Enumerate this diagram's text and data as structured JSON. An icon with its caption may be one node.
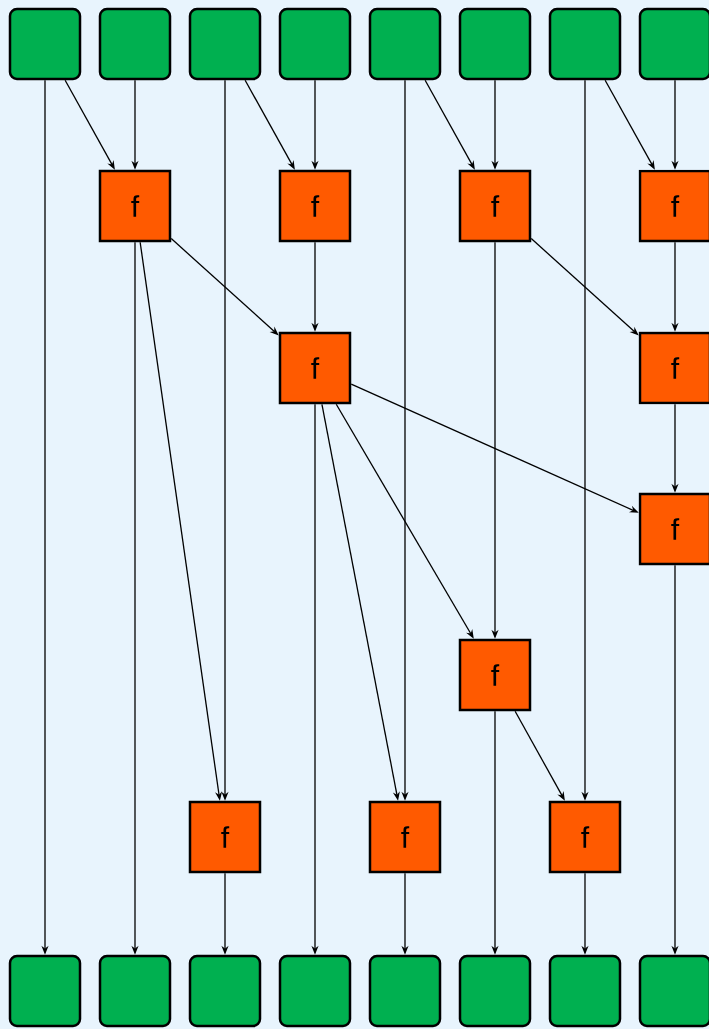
{
  "diagram": {
    "nodes": [
      {
        "text": [],
        "shape": "box"
      },
      {
        "text": [],
        "shape": "box"
      },
      {
        "text": [],
        "shape": "box"
      },
      {
        "text": [],
        "shape": "box"
      },
      {
        "text": [],
        "shape": "box"
      },
      {
        "text": [],
        "shape": "box"
      },
      {
        "text": [],
        "shape": "box"
      },
      {
        "text": [],
        "shape": "box"
      },
      {
        "text": [
          "f"
        ]
      },
      {
        "text": [
          "f"
        ]
      },
      {
        "text": [
          "f"
        ]
      },
      {
        "text": [
          "f"
        ]
      },
      {
        "text": [
          "f"
        ]
      },
      {
        "text": [
          "f"
        ]
      },
      {
        "text": [
          "f"
        ]
      },
      {
        "text": [
          "f"
        ]
      },
      {
        "text": [
          "f"
        ]
      },
      {
        "text": [
          "f"
        ]
      },
      {
        "text": [
          "f"
        ]
      },
      {
        "text": [],
        "shape": "box"
      },
      {
        "text": [],
        "shape": "box"
      },
      {
        "text": [],
        "shape": "box"
      },
      {
        "text": [],
        "shape": "box"
      },
      {
        "text": [],
        "shape": "box"
      },
      {
        "text": [],
        "shape": "box"
      },
      {
        "text": [],
        "shape": "box"
      },
      {
        "text": [],
        "shape": "box"
      }
    ],
    "edges": [
      {
        "from": 0,
        "to": 8,
        "arrow": "to"
      },
      {
        "from": 1,
        "to": 8,
        "arrow": "to"
      },
      {
        "from": 2,
        "to": 9,
        "arrow": "to"
      },
      {
        "from": 3,
        "to": 9,
        "arrow": "to"
      },
      {
        "from": 4,
        "to": 10,
        "arrow": "to"
      },
      {
        "from": 5,
        "to": 10,
        "arrow": "to"
      },
      {
        "from": 6,
        "to": 11,
        "arrow": "to"
      },
      {
        "from": 7,
        "to": 11,
        "arrow": "to"
      },
      {
        "from": 0,
        "to": 19,
        "arrow": "to"
      },
      {
        "from": 8,
        "to": 12,
        "arrow": "to"
      },
      {
        "from": 9,
        "to": 12,
        "arrow": "to"
      },
      {
        "from": 10,
        "to": 13,
        "arrow": "to"
      },
      {
        "from": 11,
        "to": 13,
        "arrow": "to"
      },
      {
        "from": 8,
        "to": 20,
        "arrow": "to"
      },
      {
        "from": 8,
        "to": 16,
        "arrow": "to"
      },
      {
        "from": 2,
        "to": 16,
        "arrow": "to"
      },
      {
        "from": 12,
        "to": 14,
        "arrow": "to"
      },
      {
        "from": 13,
        "to": 14,
        "arrow": "to"
      },
      {
        "from": 12,
        "to": 22,
        "arrow": "to"
      },
      {
        "from": 12,
        "to": 17,
        "arrow": "to"
      },
      {
        "from": 12,
        "to": 15,
        "arrow": "to"
      },
      {
        "from": 4,
        "to": 17,
        "arrow": "to"
      },
      {
        "from": 10,
        "to": 15,
        "arrow": "to"
      },
      {
        "from": 15,
        "to": 24,
        "arrow": "to"
      },
      {
        "from": 15,
        "to": 18,
        "arrow": "to"
      },
      {
        "from": 6,
        "to": 18,
        "arrow": "to"
      },
      {
        "from": 16,
        "to": 21,
        "arrow": "to"
      },
      {
        "from": 17,
        "to": 23,
        "arrow": "to"
      },
      {
        "from": 18,
        "to": 25,
        "arrow": "to"
      },
      {
        "from": 14,
        "to": 26,
        "arrow": "to"
      }
    ]
  }
}
